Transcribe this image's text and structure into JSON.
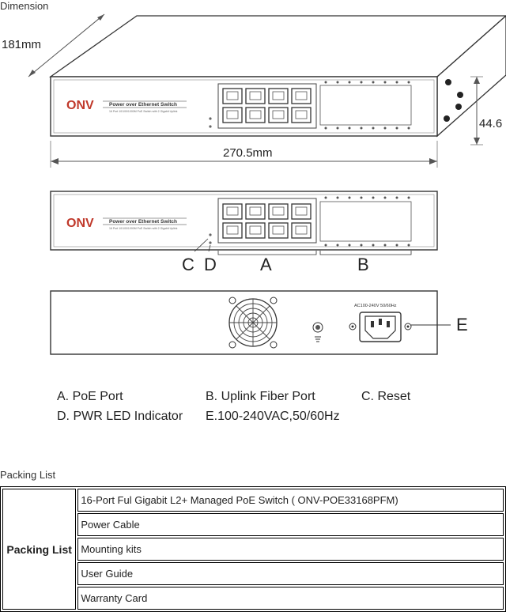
{
  "dimension_title": "Dimension",
  "dims": {
    "depth": "181mm",
    "width": "270.5mm",
    "height": "44.6"
  },
  "panel": {
    "brand": "ONV",
    "brand_title": "Power over Ethernet Switch",
    "rear_power_label": "AC100-240V 50/60Hz"
  },
  "callouts": {
    "a": "A",
    "b": "B",
    "c": "C",
    "d": "D",
    "e": "E"
  },
  "legend": {
    "a": "A. PoE Port",
    "b": "B. Uplink Fiber Port",
    "c": "C. Reset",
    "d": "D. PWR LED Indicator",
    "e": "E.100-240VAC,50/60Hz"
  },
  "packing": {
    "title": "Packing List",
    "header": "Packing List",
    "items": [
      "16-Port Ful Gigabit L2+ Managed PoE Switch ( ONV-POE33168PFM)",
      "Power Cable",
      "Mounting kits",
      "User Guide",
      "Warranty Card"
    ]
  }
}
